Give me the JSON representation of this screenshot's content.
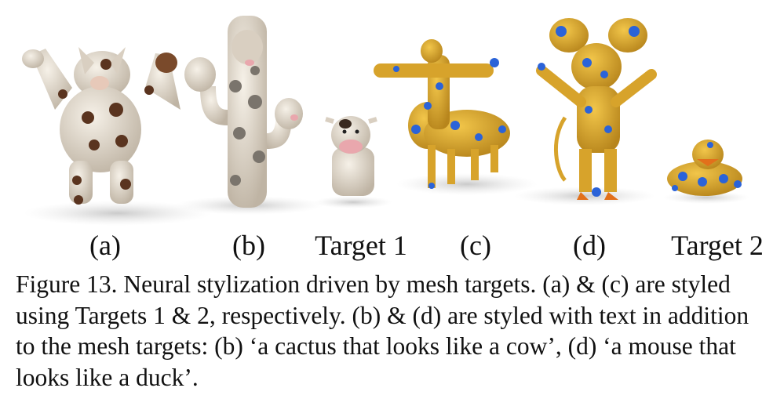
{
  "figure": {
    "panels": [
      {
        "label": "(a)"
      },
      {
        "label": "(b)"
      },
      {
        "label": "Target 1"
      },
      {
        "label": "(c)"
      },
      {
        "label": "(d)"
      },
      {
        "label": "Target 2"
      }
    ],
    "colors": {
      "cow_cream": "#ece4d6",
      "cow_brown": "#5a341f",
      "cow_pink": "#e9a7ad",
      "duck_yellow": "#e4b030",
      "duck_blue": "#2b63d8",
      "duck_orange": "#e2701b",
      "shadow": "#cfcfcf"
    }
  },
  "caption": {
    "label": "Figure 13.",
    "text": " Neural stylization driven by mesh targets. (a) & (c) are styled using Targets 1 & 2, respectively. (b) & (d) are styled with text in addition to the mesh targets: (b) ‘a cactus that looks like a cow’, (d) ‘a mouse that looks like a duck’."
  }
}
